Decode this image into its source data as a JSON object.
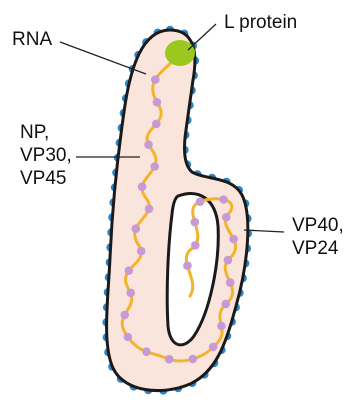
{
  "labels": {
    "rna": "RNA",
    "l_protein": "L protein",
    "np_vp30_vp45": "NP,\nVP30,\nVP45",
    "vp40_vp24": "VP40,\nVP24"
  },
  "colors": {
    "envelope_fill": "#fae5dc",
    "envelope_stroke": "#1a1a1a",
    "glycoprotein_spike": "#2a86c8",
    "rna_strand": "#f2b42c",
    "nucleoprotein": "#c79ad6",
    "l_protein": "#9bc81e",
    "leader_line": "#222222",
    "text": "#111111"
  }
}
